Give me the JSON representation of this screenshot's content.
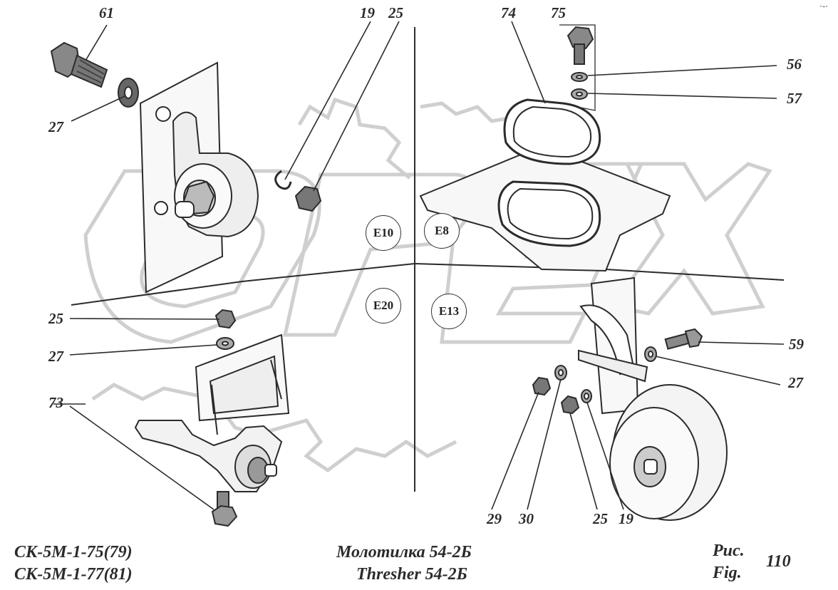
{
  "callouts": {
    "p61": "61",
    "p19a": "19",
    "p25a": "25",
    "p74": "74",
    "p75": "75",
    "p56": "56",
    "p57": "57",
    "p27a": "27",
    "p25b": "25",
    "p27b": "27",
    "p73": "73",
    "p59": "59",
    "p27c": "27",
    "p29": "29",
    "p30": "30",
    "p25c": "25",
    "p19b": "19"
  },
  "zones": {
    "e10": "E10",
    "e8": "E8",
    "e20": "E20",
    "e13": "E13"
  },
  "footer": {
    "model_line1": "СК-5М-1-75(79)",
    "model_line2": "СК-5М-1-77(81)",
    "title_ru": "Молотилка 54-2Б",
    "title_en": "Thresher 54-2Б",
    "fig_ru": "Рис.",
    "fig_en": "Fig.",
    "fig_number": "110"
  },
  "corner_mark": "·-·",
  "watermark_text": "OPEX",
  "colors": {
    "ink": "#2b2b2b",
    "watermark": "#c8c8c8"
  }
}
